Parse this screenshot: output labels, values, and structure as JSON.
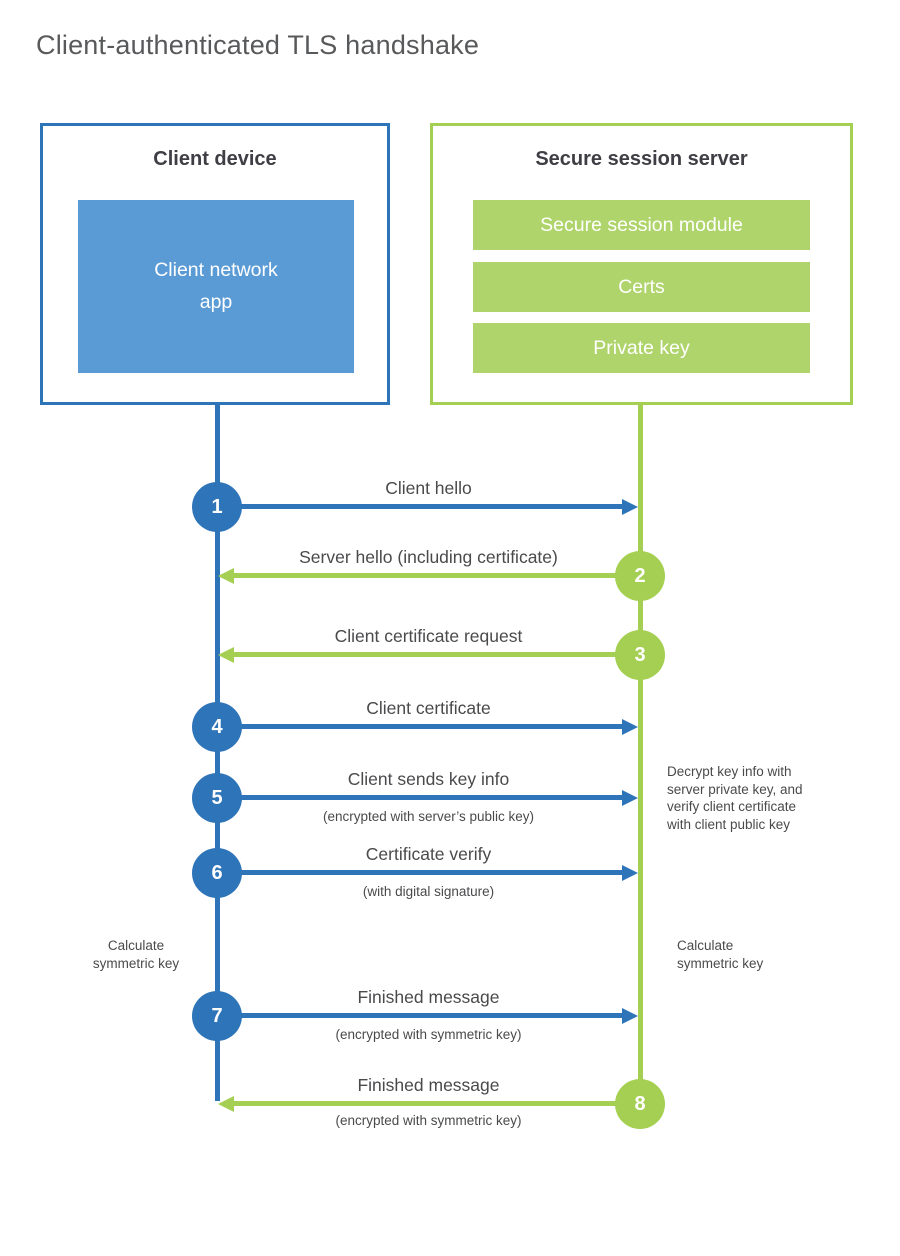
{
  "title": "Client-authenticated TLS handshake",
  "colors": {
    "blue_accent": "#2e74b8",
    "blue_fill": "#5b9bd5",
    "green_accent": "#a4cf52",
    "green_fill": "#afd46b",
    "text": "#4a4a4c",
    "heading_text": "#3e3e44",
    "title_text": "#58595b"
  },
  "client_box": {
    "title": "Client device",
    "module": "Client network\napp"
  },
  "server_box": {
    "title": "Secure session server",
    "modules": [
      "Secure session module",
      "Certs",
      "Private key"
    ]
  },
  "messages": [
    {
      "num": "1",
      "from": "client",
      "direction": "right",
      "label": "Client hello",
      "subtitle": ""
    },
    {
      "num": "2",
      "from": "server",
      "direction": "left",
      "label": "Server hello (including certificate)",
      "subtitle": ""
    },
    {
      "num": "3",
      "from": "server",
      "direction": "left",
      "label": "Client certificate request",
      "subtitle": ""
    },
    {
      "num": "4",
      "from": "client",
      "direction": "right",
      "label": "Client certificate",
      "subtitle": ""
    },
    {
      "num": "5",
      "from": "client",
      "direction": "right",
      "label": "Client sends key info",
      "subtitle": "(encrypted with server’s public key)"
    },
    {
      "num": "6",
      "from": "client",
      "direction": "right",
      "label": "Certificate verify",
      "subtitle": "(with digital signature)"
    },
    {
      "num": "7",
      "from": "client",
      "direction": "right",
      "label": "Finished message",
      "subtitle": "(encrypted with symmetric key)"
    },
    {
      "num": "8",
      "from": "server",
      "direction": "left",
      "label": "Finished message",
      "subtitle": "(encrypted with symmetric key)"
    }
  ],
  "annotations": {
    "decrypt_note": "Decrypt key info with\nserver private key, and\nverify client certificate\nwith client public key",
    "calc_left": "Calculate\nsymmetric key",
    "calc_right": "Calculate\nsymmetric key"
  }
}
